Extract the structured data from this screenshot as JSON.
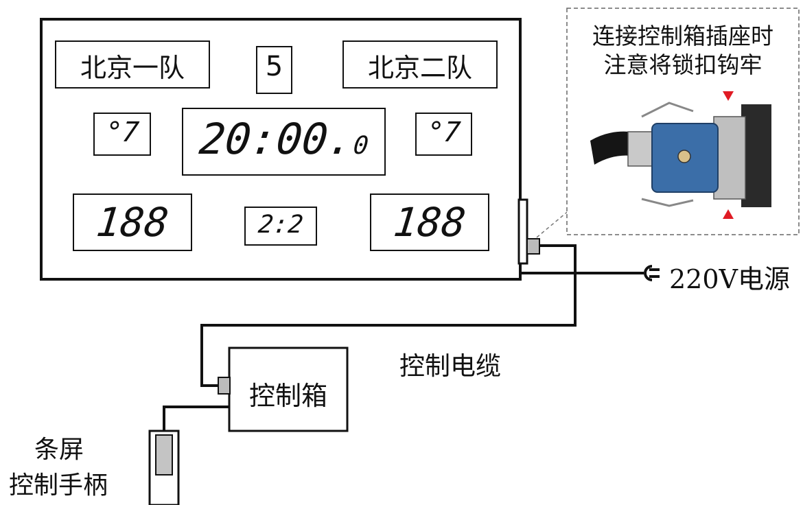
{
  "board": {
    "team_left": "北京一队",
    "team_right": "北京二队",
    "period": "5",
    "left_small": "°7",
    "right_small": "°7",
    "clock_main": "20:00.",
    "clock_tenth": "0",
    "score_left": "188",
    "score_right": "188",
    "middle_score": "2:2"
  },
  "callout": {
    "line1": "连接控制箱插座时",
    "line2": "注意将锁扣钩牢"
  },
  "labels": {
    "power": "220V电源",
    "cable": "控制电缆",
    "control_box": "控制箱",
    "handle_line1": "条屏",
    "handle_line2": "控制手柄"
  },
  "colors": {
    "stroke": "#111111",
    "marker": "#e01b24",
    "connector_blue": "#3b6ea8"
  }
}
